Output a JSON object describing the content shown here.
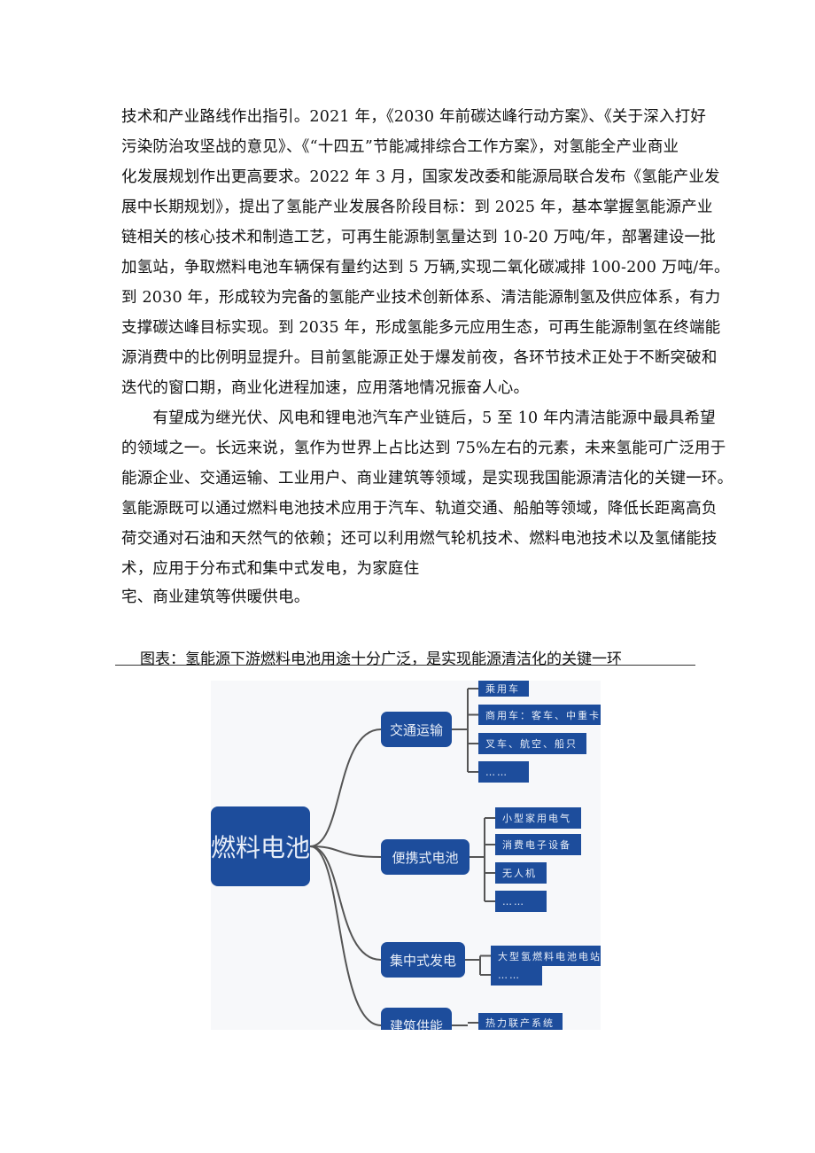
{
  "paragraphs": [
    [
      "技术和产业路线作出指引。2021 年，《2030 年前碳达峰行动方案》、《关于深入打好",
      "污染防治攻坚战的意见》、《“十四五”节能减排综合工作方案》，对氢能全产业商业",
      "化发展规划作出更高要求。2022 年 3 月，国家发改委和能源局联合发布《氢能产业发",
      "展中长期规划》，提出了氢能产业发展各阶段目标：到 2025 年，基本掌握氢能源产业",
      "链相关的核心技术和制造工艺，可再生能源制氢量达到 10-20 万吨/年，部署建设一批",
      "加氢站，争取燃料电池车辆保有量约达到 5 万辆,实现二氧化碳减排 100-200 万吨/年。",
      "到 2030 年，形成较为完备的氢能产业技术创新体系、清洁能源制氢及供应体系，有力",
      "支撑碳达峰目标实现。到 2035 年，形成氢能多元应用生态，可再生能源制氢在终端能",
      "源消费中的比例明显提升。目前氢能源正处于爆发前夜，各环节技术正处于不断突破和",
      "迭代的窗口期，商业化进程加速，应用落地情况振奋人心。"
    ],
    [
      "　　有望成为继光伏、风电和锂电池汽车产业链后，5 至 10 年内清洁能源中最具希望",
      "的领域之一。长远来说，氢作为世界上占比达到 75%左右的元素，未来氢能可广泛用于",
      "能源企业、交通运输、工业用户、商业建筑等领域，是实现我国能源清洁化的关键一环。",
      "氢能源既可以通过燃料电池技术应用于汽车、轨道交通、船舶等领域，降低长距离高负",
      "荷交通对石油和天然气的依赖；还可以利用燃气轮机技术、燃料电池技术以及氢储能技",
      "术，应用于分布式和集中式发电，为家庭住",
      "宅、商业建筑等供暖供电。"
    ]
  ],
  "figure": {
    "caption": "图表：氢能源下游燃料电池用途十分广泛，是实现能源清洁化的关键一环",
    "root": "燃料电池",
    "branches": [
      {
        "label": "交通运输",
        "leaves": [
          "乘用车",
          "商用车：客车、中重卡",
          "叉车、航空、船只",
          "……"
        ]
      },
      {
        "label": "便携式电池",
        "leaves": [
          "小型家用电气",
          "消费电子设备",
          "无人机",
          "……"
        ]
      },
      {
        "label": "集中式发电",
        "leaves": [
          "大型氢燃料电池电站",
          "……"
        ]
      },
      {
        "label": "建筑供能",
        "leaves": [
          "热力联产系统"
        ]
      }
    ],
    "colors": {
      "box": "#1d4d9c",
      "line": "#555555"
    }
  }
}
